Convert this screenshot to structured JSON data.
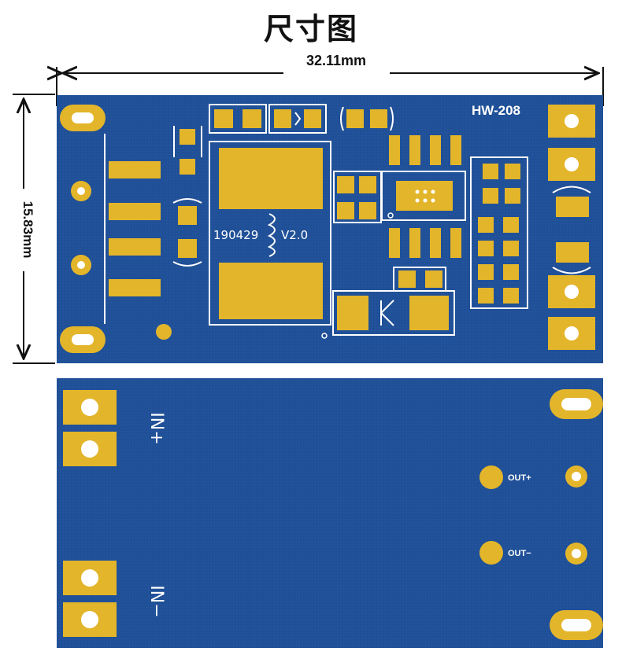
{
  "title": "尺寸图",
  "dimensions": {
    "width": "32.11mm",
    "height": "15.83mm"
  },
  "board_top": {
    "model": "HW-208",
    "silkscreen": "190429",
    "version": "V2.0"
  },
  "board_bottom": {
    "in_plus": "IN+",
    "in_minus": "IN−",
    "out_plus": "OUT+",
    "out_minus": "OUT−"
  },
  "colors": {
    "pcb": "#1f4f96",
    "pad": "#e3b52a",
    "silk": "#ffffff"
  }
}
